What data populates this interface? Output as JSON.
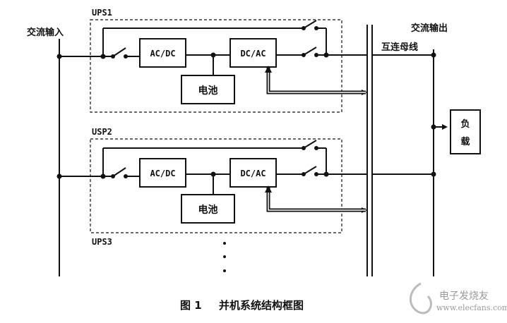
{
  "labels": {
    "ac_input": "交流输入",
    "ac_output": "交流输出",
    "bus": "互连母线",
    "ups1": "UPS1",
    "ups2": "USP2",
    "ups3": "UPS3",
    "acdc": "AC/DC",
    "dcac": "DC/AC",
    "battery": "电池",
    "load_top": "负",
    "load_bottom": "载",
    "caption_num": "图 1",
    "caption_text": "并机系统结构框图",
    "watermark_cn": "电子发烧友",
    "watermark_url": "www.elecfans.com"
  }
}
